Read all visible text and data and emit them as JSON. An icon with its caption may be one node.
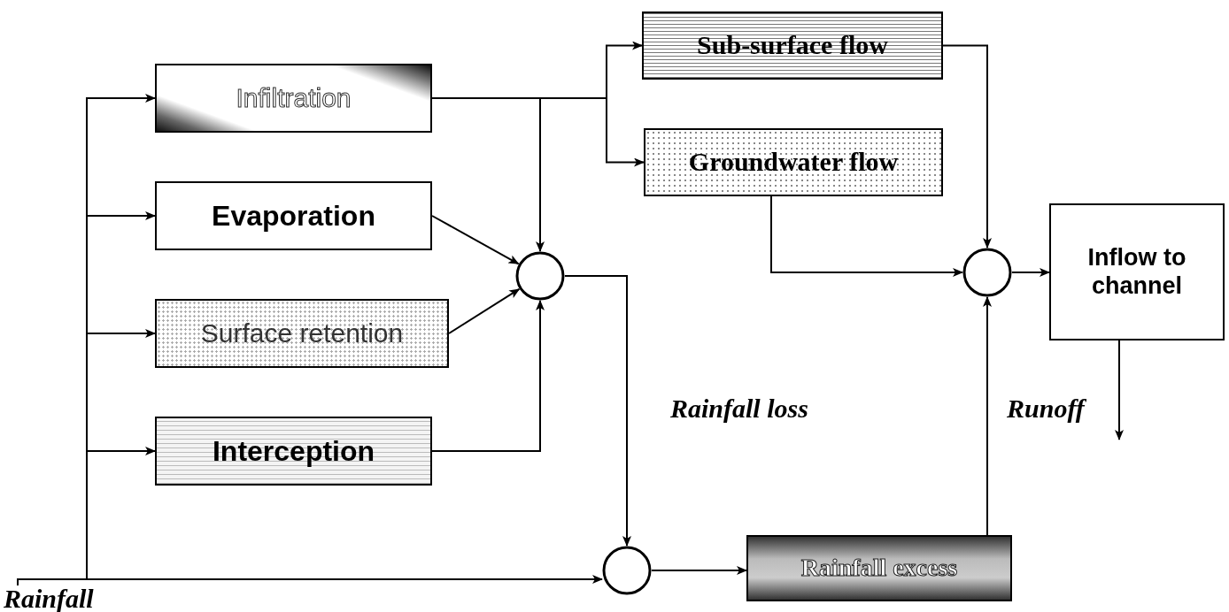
{
  "diagram": {
    "nodes": [
      {
        "text": [
          "Rainfall"
        ]
      },
      {
        "text": [
          "Infiltration"
        ]
      },
      {
        "text": [
          "Evaporation"
        ]
      },
      {
        "text": [
          "Surface retention"
        ]
      },
      {
        "text": [
          "Interception"
        ]
      },
      {
        "text": [],
        "shape": "circle"
      },
      {
        "text": [
          "Sub-surface flow"
        ]
      },
      {
        "text": [
          "Groundwater flow"
        ]
      },
      {
        "text": [],
        "shape": "circle"
      },
      {
        "text": [
          "Rainfall excess"
        ]
      },
      {
        "text": [],
        "shape": "circle"
      },
      {
        "text": [
          "Inflow to channel"
        ]
      }
    ],
    "edges": [
      {
        "from": 0,
        "to": 1,
        "arrow": "to"
      },
      {
        "from": 0,
        "to": 2,
        "arrow": "to"
      },
      {
        "from": 0,
        "to": 3,
        "arrow": "to"
      },
      {
        "from": 0,
        "to": 4,
        "arrow": "to"
      },
      {
        "from": 0,
        "to": 8,
        "arrow": "to"
      },
      {
        "from": 1,
        "to": 5,
        "arrow": "to"
      },
      {
        "from": 1,
        "to": 6,
        "arrow": "to"
      },
      {
        "from": 1,
        "to": 7,
        "arrow": "to"
      },
      {
        "from": 2,
        "to": 5,
        "arrow": "to"
      },
      {
        "from": 3,
        "to": 5,
        "arrow": "to"
      },
      {
        "from": 4,
        "to": 5,
        "arrow": "to"
      },
      {
        "from": 5,
        "to": 8,
        "arrow": "to"
      },
      {
        "from": 8,
        "to": 9,
        "arrow": "to"
      },
      {
        "from": 6,
        "to": 10,
        "arrow": "to"
      },
      {
        "from": 7,
        "to": 10,
        "arrow": "to"
      },
      {
        "from": 9,
        "to": 10,
        "arrow": "to"
      },
      {
        "from": 10,
        "to": 11,
        "arrow": "to"
      },
      {
        "from": 11,
        "to": null,
        "arrow": "to",
        "label": "Runoff"
      }
    ],
    "labels": [
      "Rainfall loss"
    ]
  }
}
